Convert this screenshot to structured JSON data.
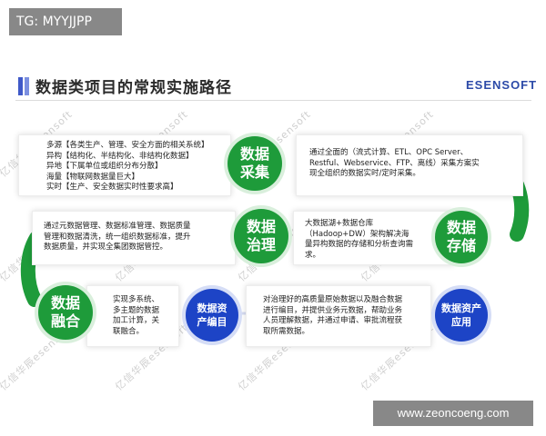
{
  "header": {
    "tag": "TG: MYYJJPP",
    "title": "数据类项目的常规实施路径",
    "brand": "ESENSOFT"
  },
  "steps": {
    "collect": {
      "label": "数据\n采集",
      "left_text": "多源【各类生产、管理、安全方面的相关系统】\n异构【结构化、半结构化、非结构化数据】\n异地【下属单位或组织分布分散】\n海量【物联网数据量巨大】\n实时【生产、安全数据实时性要求高】",
      "right_text": "通过全面的（流式计算、ETL、OPC Server、\nRestful、Webservice、FTP、离线）采集方案实\n现全组织的数据实时/定时采集。"
    },
    "store": {
      "label": "数据\n存储",
      "text": "大数据湖+数据仓库\n（Hadoop+DW）架构解决海\n量异构数据的存储和分析查询需\n求。"
    },
    "govern": {
      "label": "数据\n治理",
      "text": "通过元数据管理、数据标准管理、数据质量\n管理和数据清洗，统一组织数据标准，提升\n数据质量，并实现全集团数据管控。"
    },
    "fuse": {
      "label": "数据\n融合",
      "text": "实现多系统、\n多主题的数据\n加工计算，关\n联融合。"
    },
    "catalog": {
      "label": "数据资\n产编目",
      "text": "对治理好的高质量原始数据以及融合数据\n进行编目，并提供业务元数据，帮助业务\n人员理解数据，并通过申请、审批流程获\n取所需数据。"
    },
    "apply": {
      "label": "数据资产\n应用"
    }
  },
  "watermark": "亿信华辰esensoft",
  "footer": {
    "url": "www.zeoncoeng.com"
  },
  "colors": {
    "green": "#1e9b3a",
    "blue": "#1d44c6",
    "accent": "#3f59c8"
  }
}
